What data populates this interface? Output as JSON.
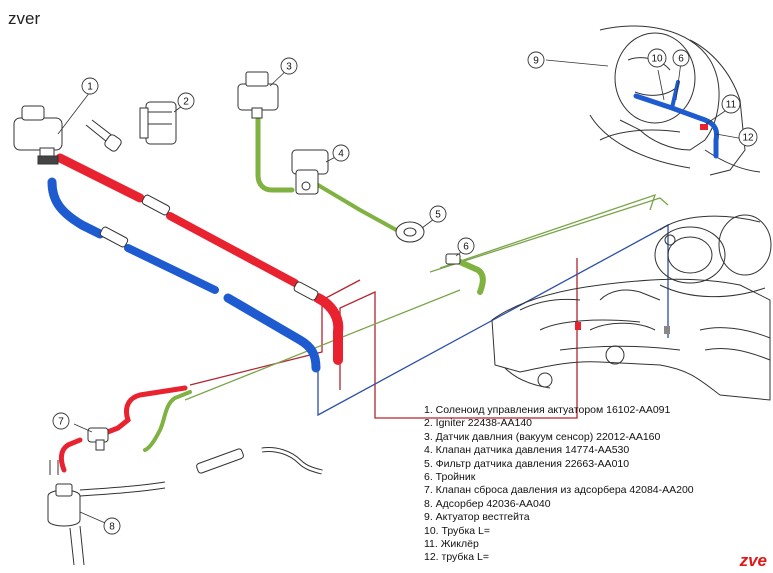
{
  "watermark_top": "zver",
  "watermark_bottom": "zve",
  "legend": [
    "1. Соленоид управления актуатором 16102-AA091",
    "2. Igniter 22438-AA140",
    "3. Датчик давлния (вакуум сенсор) 22012-AA160",
    "4. Клапан датчика давления 14774-AA530",
    "5. Фильтр датчика давления 22663-AA010",
    "6. Тройник",
    "7. Клапан сброса давления из адсорбера 42084-AA200",
    "8. Адсорбер 42036-AA040",
    "9. Актуатор вестгейта",
    "10. Трубка L=",
    "11. Жиклёр",
    "12. трубка L="
  ],
  "callouts": [
    "1",
    "2",
    "3",
    "4",
    "5",
    "6",
    "7",
    "8",
    "9",
    "10",
    "6",
    "11",
    "12"
  ],
  "colors": {
    "pressure_hose": "#e8232f",
    "vacuum_hose": "#1f5bd0",
    "sensor_hose": "#7fb241",
    "line_red": "#b3242f",
    "line_blue": "#2d4fa8",
    "line_green": "#7aa54a",
    "line_art": "#333333"
  }
}
